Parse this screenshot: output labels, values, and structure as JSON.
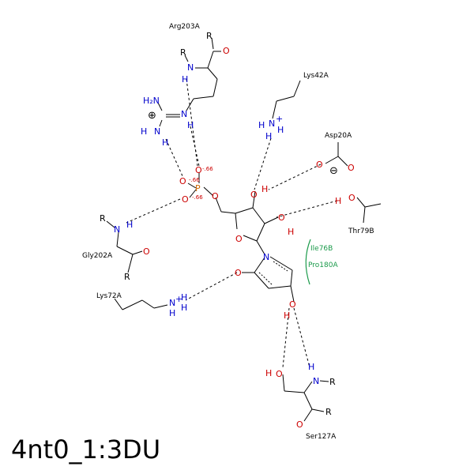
{
  "caption": "4nt0_1:3DU",
  "residues": {
    "arg203a": "Arg203A",
    "lys42a": "Lys42A",
    "asp20a": "Asp20A",
    "thr79b": "Thr79B",
    "gly202a": "Gly202A",
    "lys72a": "Lys72A",
    "ser127a": "Ser127A"
  },
  "hydrophobic": {
    "ile76b": "Ile76B",
    "pro180a": "Pro180A"
  },
  "atoms": {
    "N": "N",
    "O": "O",
    "H": "H",
    "R": "R",
    "P": "P",
    "H2N": "H₂N",
    "NH": "NH",
    "plus": "+",
    "minus": "−",
    "ominus": "⊖",
    "oplus": "⊕",
    "charge66": "-.66"
  },
  "colors": {
    "nitrogen": "#0000cc",
    "oxygen": "#cc0000",
    "phosphorus": "#cc6600",
    "hydrophobic": "#1a9a4a"
  }
}
